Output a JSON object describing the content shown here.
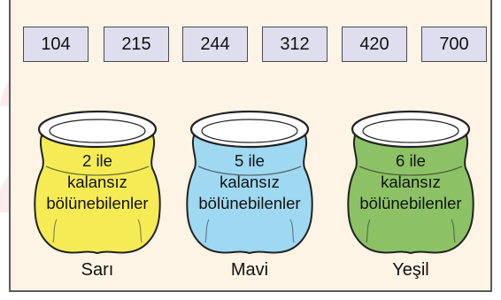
{
  "numbers": [
    "104",
    "215",
    "244",
    "312",
    "420",
    "700"
  ],
  "bags": [
    {
      "lines": [
        "2 ile",
        "kalansız",
        "bölünebilenler"
      ],
      "caption": "Sarı",
      "color": "#f5ec55"
    },
    {
      "lines": [
        "5 ile",
        "kalansız",
        "bölünebilenler"
      ],
      "caption": "Mavi",
      "color": "#9fd8f1"
    },
    {
      "lines": [
        "6 ile",
        "kalansız",
        "bölünebilenler"
      ],
      "caption": "Yeşil",
      "color": "#8cc265"
    }
  ]
}
